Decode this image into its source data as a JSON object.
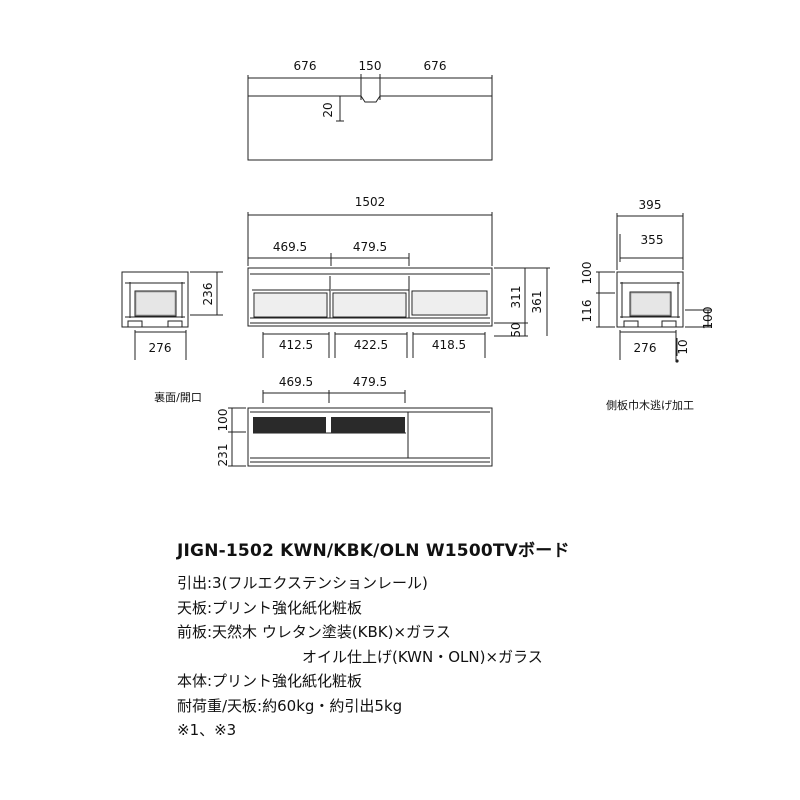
{
  "top_view": {
    "dims": [
      "676",
      "150",
      "676"
    ],
    "notch_depth": "20"
  },
  "front_view": {
    "overall_width": "1502",
    "upper_widths": [
      "469.5",
      "479.5"
    ],
    "lower_widths": [
      "412.5",
      "422.5",
      "418.5"
    ],
    "right_heights": [
      "311",
      "50",
      "361"
    ]
  },
  "left_side_view": {
    "height": "236",
    "depth": "276"
  },
  "right_side_view": {
    "widths": [
      "395",
      "355"
    ],
    "heights": [
      "100",
      "116",
      "100"
    ],
    "bottom": [
      "276",
      "10"
    ],
    "caption": "側板巾木逃げ加工"
  },
  "back_view": {
    "label": "裏面/開口",
    "widths": [
      "469.5",
      "479.5"
    ],
    "heights": [
      "100",
      "231"
    ]
  },
  "spec": {
    "title": "JIGN-1502 KWN/KBK/OLN W1500TVボード",
    "lines": [
      "引出:3(フルエクステンションレール)",
      "天板:プリント強化紙化粧板",
      "前板:天然木 ウレタン塗装(KBK)×ガラス",
      "オイル仕上げ(KWN・OLN)×ガラス",
      "本体:プリント強化紙化粧板",
      "耐荷重/天板:約60kg・約引出5kg",
      "※1、※3"
    ]
  }
}
